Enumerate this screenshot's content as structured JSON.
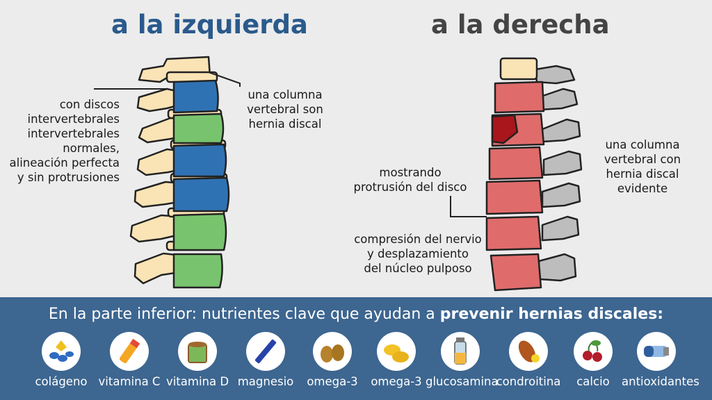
{
  "titles": {
    "left": "a la izquierda",
    "right": "a la derecha"
  },
  "left_labels": {
    "discs": "con discos\nintervertebrales\nintervertebrales\nnormales,\nalineación perfecta\ny sin protrusiones",
    "column": "una columna\nvertebral son\nhernia discal"
  },
  "right_labels": {
    "protrusion": "mostrando\nprotrusión del disco",
    "compression": "compresión del nervio\ny desplazamiento\ndel núcleo pulposo",
    "column": "una columna\nvertebral con\nhernia discal\nevidente"
  },
  "bottom": {
    "intro": "En la parte inferior: nutrientes clave que ayudan a ",
    "emphasis": "prevenir hernias discales:",
    "nutrients": [
      {
        "name": "colágeno",
        "icon": "collagen-icon"
      },
      {
        "name": "vitamina C",
        "icon": "vitamin-c-icon"
      },
      {
        "name": "vitamina D",
        "icon": "vitamin-d-icon"
      },
      {
        "name": "magnesio",
        "icon": "magnesium-icon"
      },
      {
        "name": "omega-3",
        "icon": "omega3-nuts-icon"
      },
      {
        "name": "omega-3",
        "icon": "omega3-capsules-icon"
      },
      {
        "name": "glucosamina",
        "icon": "glucosamine-icon"
      },
      {
        "name": "condroitina",
        "icon": "chondroitin-icon"
      },
      {
        "name": "calcio",
        "icon": "calcium-icon"
      },
      {
        "name": "antioxidantes",
        "icon": "antioxidants-icon"
      }
    ]
  },
  "colors": {
    "healthy_blue": "#2f72b3",
    "healthy_green": "#78c46e",
    "bone": "#fae3b5",
    "hernia_red": "#e06b6b",
    "bar": "#3d6690"
  }
}
